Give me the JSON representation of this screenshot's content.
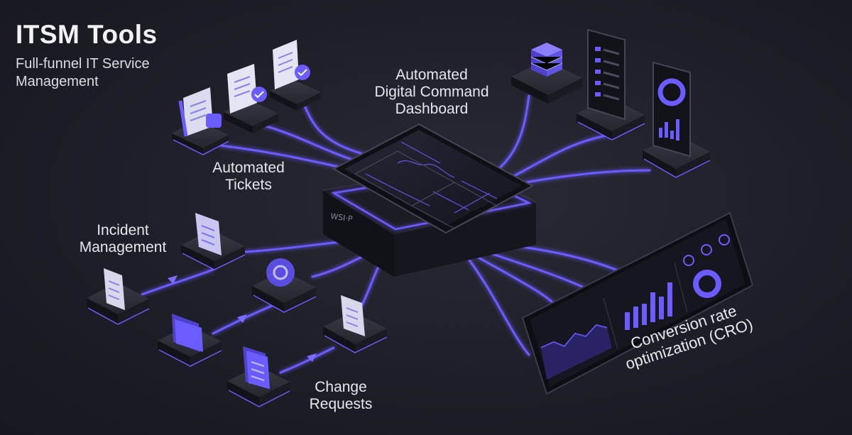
{
  "title": "ITSM Tools",
  "subtitle": [
    "Full-funnel IT Service",
    "Management"
  ],
  "labels": {
    "automated_tickets": [
      "Automated",
      "Tickets"
    ],
    "incident_management": [
      "Incident",
      "Management"
    ],
    "change_requests": [
      "Change",
      "Requests"
    ],
    "dashboard": [
      "Automated",
      "Digital Command",
      "Dashboard"
    ],
    "cro": [
      "Conversion rate",
      "optimization (CRO)"
    ]
  },
  "colors": {
    "accent": "#6a5cff",
    "accent_light": "#9d93ff",
    "platform": "#2b2b35",
    "platform_dark": "#121219",
    "card": "#dcdcf0",
    "background": "#1e1e28"
  },
  "icons": [
    "document-icon",
    "checkmark-icon",
    "folder-icon",
    "gear-icon",
    "database-icon",
    "phone-icon",
    "chart-icon"
  ]
}
